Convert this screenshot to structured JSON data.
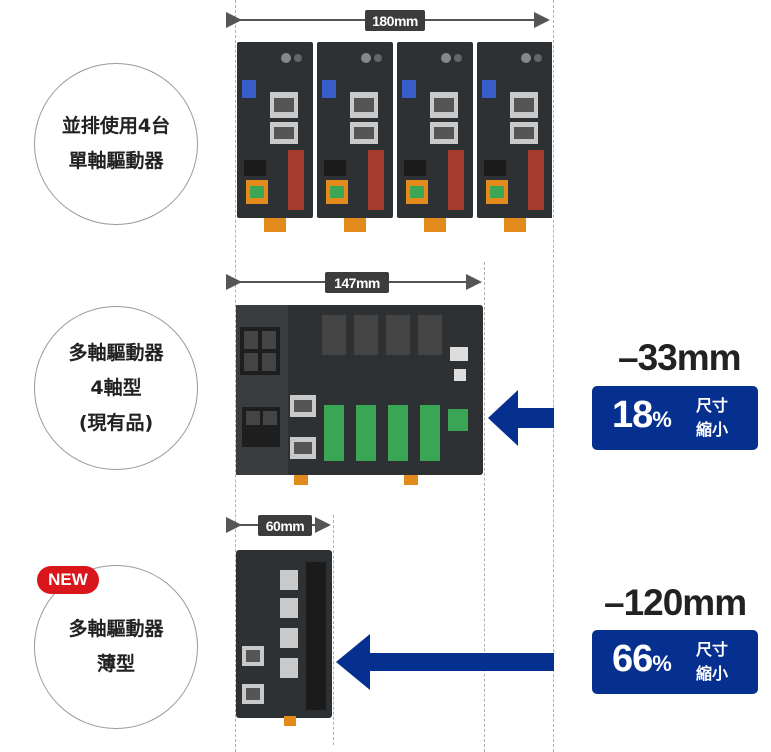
{
  "dimensions": {
    "top": "180mm",
    "middle": "147mm",
    "bottom": "60mm"
  },
  "rows": [
    {
      "lines": [
        "並排使用4台",
        "單軸驅動器"
      ]
    },
    {
      "lines": [
        "多軸驅動器",
        "4軸型",
        "(現有品)"
      ]
    },
    {
      "lines": [
        "多軸驅動器",
        "薄型"
      ],
      "badge": "NEW"
    }
  ],
  "reductions": [
    {
      "minus": "–33mm",
      "percent": "18",
      "unit": "%",
      "label_top": "尺寸",
      "label_bottom": "縮小"
    },
    {
      "minus": "–120mm",
      "percent": "66",
      "unit": "%",
      "label_top": "尺寸",
      "label_bottom": "縮小"
    }
  ],
  "colors": {
    "accent_blue": "#06308f",
    "badge_red": "#d9161b",
    "device_body": "#2e3134",
    "connector_green": "#3aa655",
    "connector_orange": "#e38a1c"
  }
}
